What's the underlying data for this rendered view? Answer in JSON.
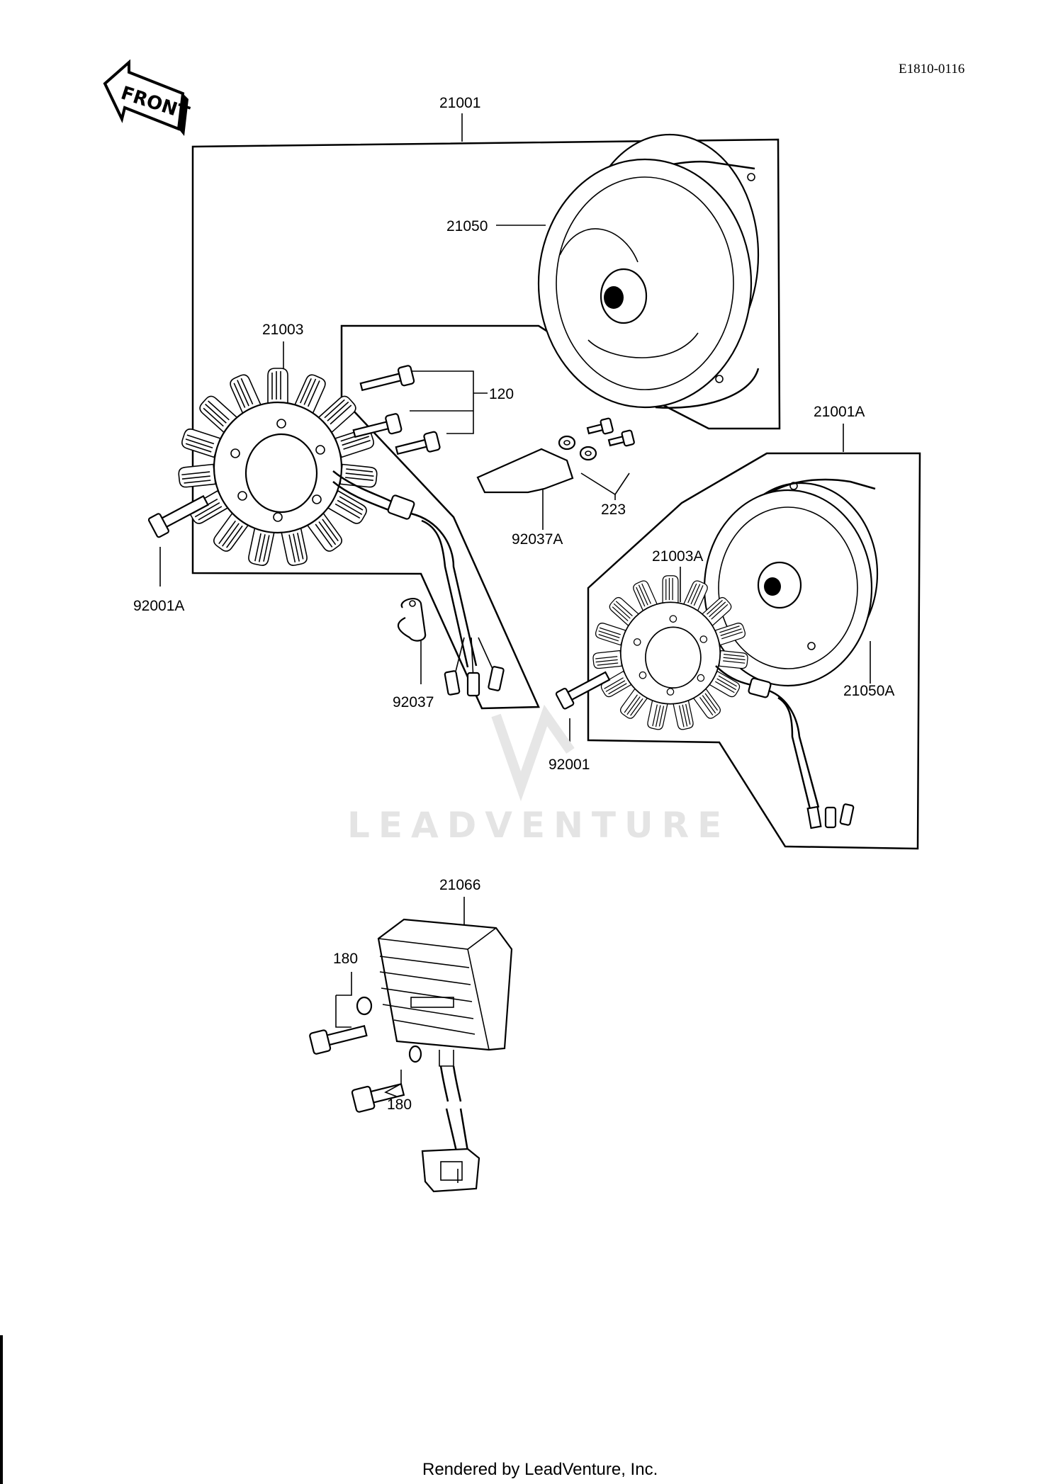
{
  "diagram": {
    "reference_code": "E1810-0116",
    "front_label": "FRONT",
    "watermark": "LEADVENTURE",
    "footer": "Rendered by LeadVenture, Inc.",
    "callouts": {
      "c21001": "21001",
      "c21050": "21050",
      "c21003": "21003",
      "c120": "120",
      "c223": "223",
      "c92037A": "92037A",
      "c92001A": "92001A",
      "c92037": "92037",
      "c21001A": "21001A",
      "c21003A": "21003A",
      "c21050A": "21050A",
      "c92001": "92001",
      "c21066": "21066",
      "c180a": "180",
      "c180b": "180"
    }
  }
}
